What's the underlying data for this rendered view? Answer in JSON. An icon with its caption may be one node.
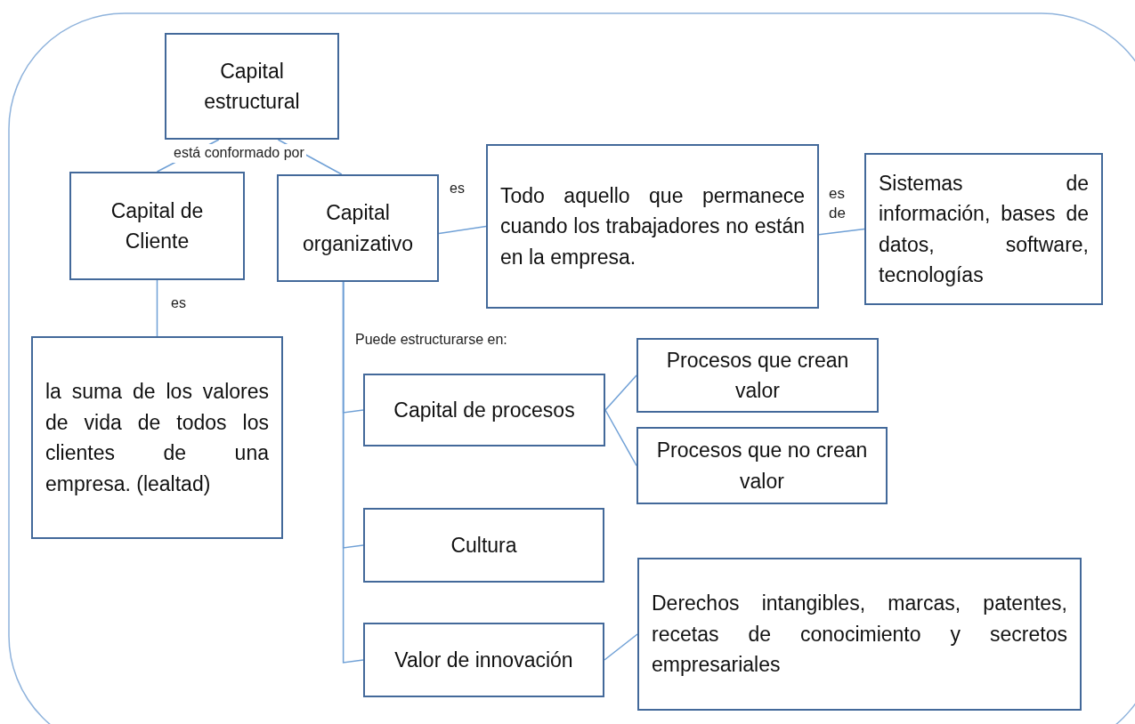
{
  "diagram": {
    "nodes": [
      {
        "text": [
          "Capital estructural"
        ]
      },
      {
        "text": [
          "Capital de Cliente"
        ]
      },
      {
        "text": [
          "Capital organizativo"
        ]
      },
      {
        "text": [
          "Todo aquello que permanece cuando los trabajadores no están en la empresa."
        ]
      },
      {
        "text": [
          "Sistemas de información, bases de datos, software, tecnologías"
        ]
      },
      {
        "text": [
          "la suma de los valores de vida de todos los clientes de una empresa. (lealtad)"
        ]
      },
      {
        "text": [
          "Capital de procesos"
        ]
      },
      {
        "text": [
          "Procesos que crean valor"
        ]
      },
      {
        "text": [
          "Procesos que no crean valor"
        ]
      },
      {
        "text": [
          "Cultura"
        ]
      },
      {
        "text": [
          "Valor de innovación"
        ]
      },
      {
        "text": [
          "Derechos intangibles, marcas, patentes, recetas de conocimiento y secretos empresariales"
        ]
      }
    ],
    "edges": [
      {
        "from": 0,
        "to": 1,
        "arrow": "none",
        "label": "está conformado por"
      },
      {
        "from": 0,
        "to": 2,
        "arrow": "none"
      },
      {
        "from": 1,
        "to": 5,
        "arrow": "none",
        "label": "es"
      },
      {
        "from": 2,
        "to": 3,
        "arrow": "none",
        "label": "es"
      },
      {
        "from": 3,
        "to": 4,
        "arrow": "none",
        "label": "es de"
      },
      {
        "from": 2,
        "to": 6,
        "arrow": "none",
        "label": "Puede estructurarse en:"
      },
      {
        "from": 2,
        "to": 9,
        "arrow": "none"
      },
      {
        "from": 2,
        "to": 10,
        "arrow": "none"
      },
      {
        "from": 6,
        "to": 7,
        "arrow": "none"
      },
      {
        "from": 6,
        "to": 8,
        "arrow": "none"
      },
      {
        "from": 10,
        "to": 11,
        "arrow": "none"
      }
    ]
  }
}
